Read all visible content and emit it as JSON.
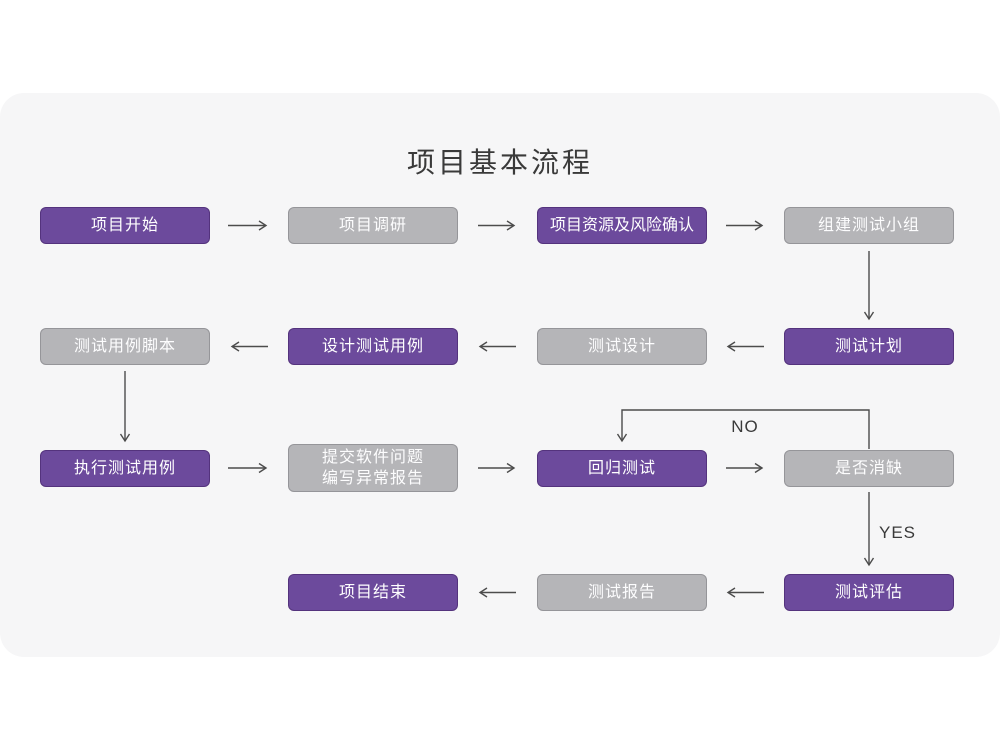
{
  "page": {
    "title": "项目基本流程"
  },
  "colors": {
    "purple": "#6c4a9c",
    "gray": "#b5b5b8",
    "card_bg": "#f6f6f7",
    "arrow": "#4c4c4c",
    "title_text": "#3a3a3a",
    "box_text": "#ffffff"
  },
  "nodes": [
    {
      "id": "project-start",
      "label": "项目开始",
      "variant": "purple"
    },
    {
      "id": "project-research",
      "label": "项目调研",
      "variant": "gray"
    },
    {
      "id": "resource-risk-confirm",
      "label": "项目资源及风险确认",
      "variant": "purple"
    },
    {
      "id": "build-test-team",
      "label": "组建测试小组",
      "variant": "gray"
    },
    {
      "id": "test-plan",
      "label": "测试计划",
      "variant": "purple"
    },
    {
      "id": "test-design",
      "label": "测试设计",
      "variant": "gray"
    },
    {
      "id": "design-test-cases",
      "label": "设计测试用例",
      "variant": "purple"
    },
    {
      "id": "test-case-script",
      "label": "测试用例脚本",
      "variant": "gray"
    },
    {
      "id": "execute-test-cases",
      "label": "执行测试用例",
      "variant": "purple"
    },
    {
      "id": "submit-issues",
      "label": "提交软件问题",
      "label2": "编写异常报告",
      "variant": "gray"
    },
    {
      "id": "regression-test",
      "label": "回归测试",
      "variant": "purple"
    },
    {
      "id": "defect-cleared",
      "label": "是否消缺",
      "variant": "gray"
    },
    {
      "id": "test-evaluation",
      "label": "测试评估",
      "variant": "purple"
    },
    {
      "id": "test-report",
      "label": "测试报告",
      "variant": "gray"
    },
    {
      "id": "project-end",
      "label": "项目结束",
      "variant": "purple"
    }
  ],
  "edge_labels": {
    "no": "NO",
    "yes": "YES"
  }
}
